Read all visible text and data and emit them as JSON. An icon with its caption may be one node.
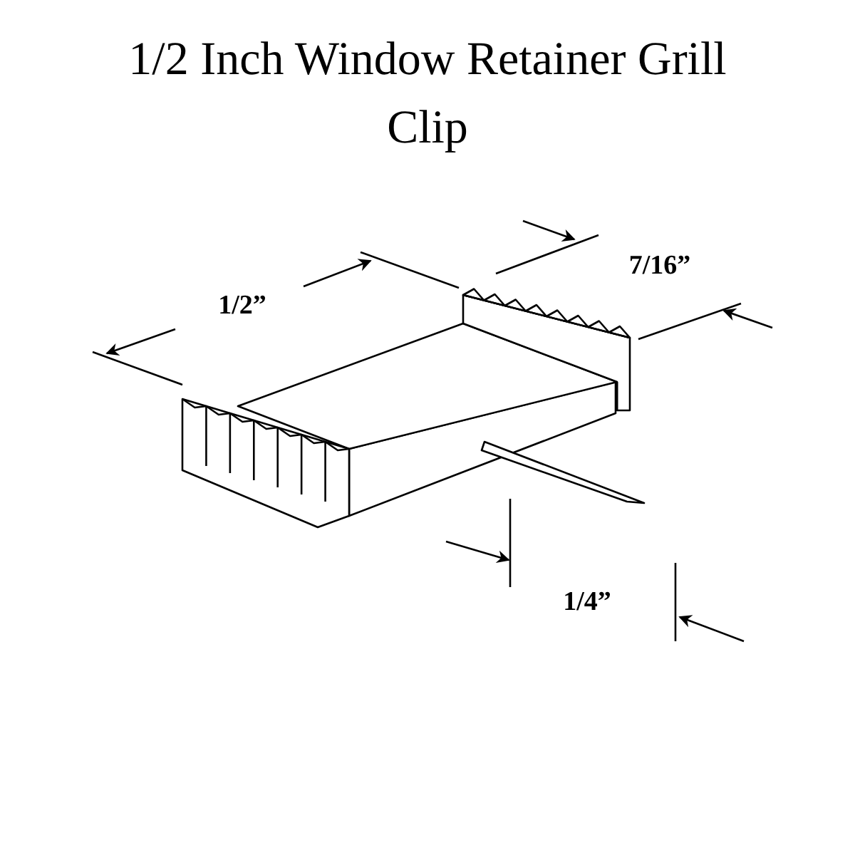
{
  "diagram": {
    "title": "1/2 Inch Window Retainer Grill Clip",
    "labels": [
      "1/2”",
      "7/16”",
      "1/4”"
    ]
  }
}
